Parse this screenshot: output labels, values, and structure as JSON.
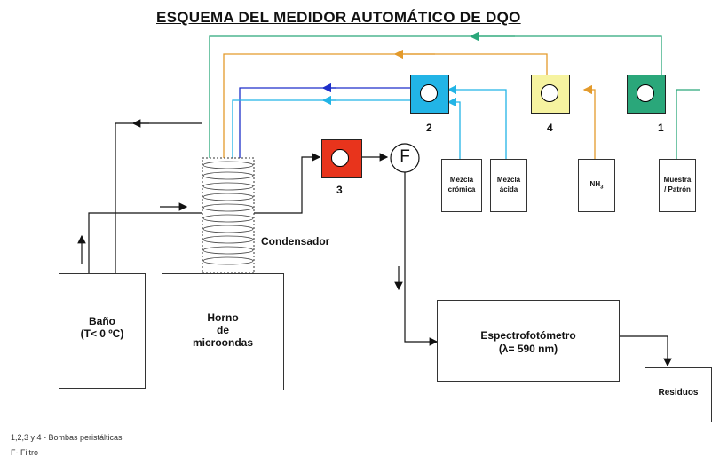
{
  "title": "ESQUEMA DEL MEDIDOR AUTOMÁTICO DE DQO",
  "pumps": {
    "p1": {
      "number": "1",
      "color": "#2aa77a"
    },
    "p2": {
      "number": "2",
      "color": "#22b4e6"
    },
    "p3": {
      "number": "3",
      "color": "#e8341c"
    },
    "p4": {
      "number": "4",
      "color": "#f6f3a0"
    }
  },
  "reagents": {
    "mezcla_cromica": [
      "Mezcla",
      "crómica"
    ],
    "mezcla_acida": [
      "Mezcla",
      "ácida"
    ],
    "nh3": {
      "base": "NH",
      "sub": "3"
    },
    "muestra": [
      "Muestra",
      "/ Patrón"
    ]
  },
  "filter": "F",
  "condensador": "Condensador",
  "bano": [
    "Baño",
    "(T< 0 ºC)"
  ],
  "horno": [
    "Horno",
    "de",
    "microondas"
  ],
  "espectro": [
    "Espectrofotómetro",
    "(λ= 590 nm)"
  ],
  "residuos": "Residuos",
  "legend": {
    "line1": "1,2,3 y 4 - Bombas peristálticas",
    "line2": "F- Filtro"
  }
}
